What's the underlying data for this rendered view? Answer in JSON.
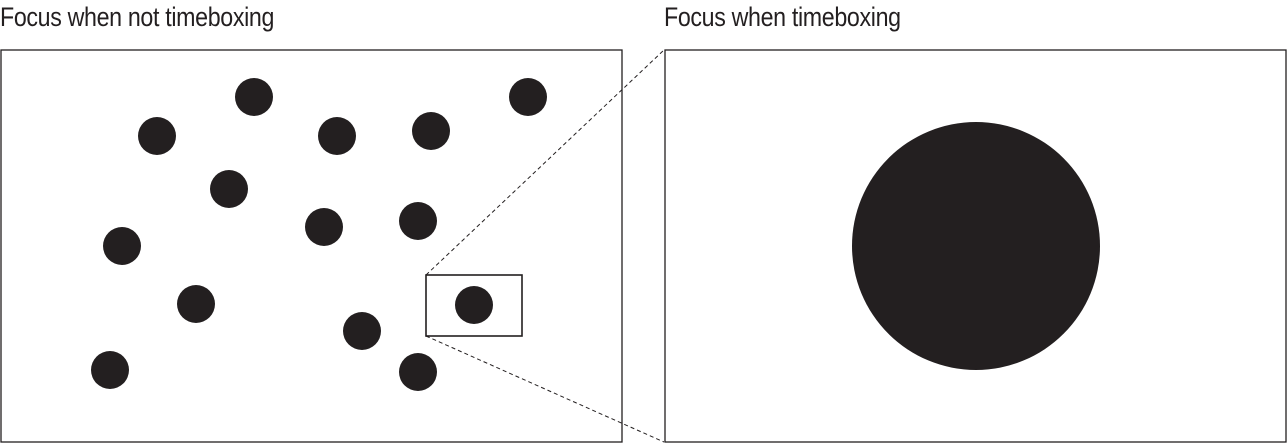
{
  "panels": {
    "left": {
      "title": "Focus when not timeboxing"
    },
    "right": {
      "title": "Focus when timeboxing"
    }
  },
  "colors": {
    "dot": "#231f20",
    "frame": "#231f20",
    "background": "#ffffff"
  },
  "dots": {
    "count": 15,
    "highlighted": 1,
    "note": ""
  }
}
